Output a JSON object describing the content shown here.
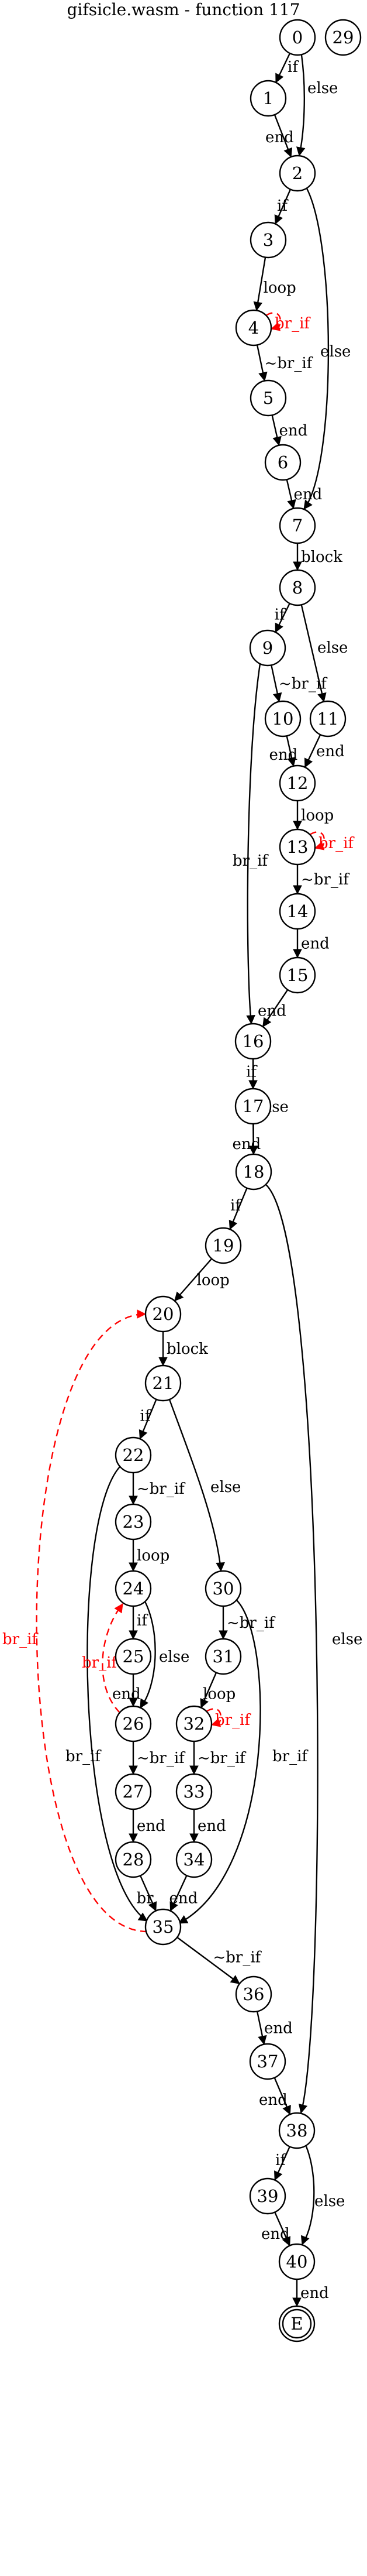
{
  "title": "gifsicle.wasm - function 117",
  "nodes": [
    "0",
    "1",
    "2",
    "3",
    "4",
    "5",
    "6",
    "7",
    "8",
    "9",
    "10",
    "11",
    "12",
    "13",
    "14",
    "15",
    "16",
    "17",
    "18",
    "19",
    "20",
    "21",
    "22",
    "23",
    "24",
    "25",
    "26",
    "27",
    "28",
    "29",
    "30",
    "31",
    "32",
    "33",
    "34",
    "35",
    "36",
    "37",
    "38",
    "39",
    "40",
    "E"
  ],
  "edges": [
    {
      "from": "0",
      "to": "1",
      "label": "if"
    },
    {
      "from": "0",
      "to": "2",
      "label": "else"
    },
    {
      "from": "1",
      "to": "2",
      "label": "end"
    },
    {
      "from": "2",
      "to": "3",
      "label": "if"
    },
    {
      "from": "2",
      "to": "7",
      "label": "else"
    },
    {
      "from": "3",
      "to": "4",
      "label": "loop"
    },
    {
      "from": "4",
      "to": "4",
      "label": "br_if"
    },
    {
      "from": "4",
      "to": "5",
      "label": "~br_if"
    },
    {
      "from": "5",
      "to": "6",
      "label": "end"
    },
    {
      "from": "6",
      "to": "7",
      "label": "end"
    },
    {
      "from": "7",
      "to": "8",
      "label": "block"
    },
    {
      "from": "8",
      "to": "9",
      "label": "if"
    },
    {
      "from": "8",
      "to": "11",
      "label": "else"
    },
    {
      "from": "9",
      "to": "10",
      "label": "~br_if"
    },
    {
      "from": "9",
      "to": "16",
      "label": "br_if"
    },
    {
      "from": "10",
      "to": "12",
      "label": "end"
    },
    {
      "from": "11",
      "to": "12",
      "label": "end"
    },
    {
      "from": "12",
      "to": "13",
      "label": "loop"
    },
    {
      "from": "13",
      "to": "13",
      "label": "br_if"
    },
    {
      "from": "13",
      "to": "14",
      "label": "~br_if"
    },
    {
      "from": "14",
      "to": "15",
      "label": "end"
    },
    {
      "from": "15",
      "to": "16",
      "label": "end"
    },
    {
      "from": "16",
      "to": "17",
      "label": "if"
    },
    {
      "from": "16",
      "to": "18",
      "label": "else"
    },
    {
      "from": "17",
      "to": "18",
      "label": "end"
    },
    {
      "from": "18",
      "to": "19",
      "label": "if"
    },
    {
      "from": "18",
      "to": "38",
      "label": "else"
    },
    {
      "from": "19",
      "to": "20",
      "label": "loop"
    },
    {
      "from": "20",
      "to": "21",
      "label": "block"
    },
    {
      "from": "21",
      "to": "22",
      "label": "if"
    },
    {
      "from": "21",
      "to": "30",
      "label": "else"
    },
    {
      "from": "22",
      "to": "23",
      "label": "~br_if"
    },
    {
      "from": "22",
      "to": "35",
      "label": "br_if"
    },
    {
      "from": "23",
      "to": "24",
      "label": "loop"
    },
    {
      "from": "24",
      "to": "25",
      "label": "if"
    },
    {
      "from": "24",
      "to": "26",
      "label": "else"
    },
    {
      "from": "25",
      "to": "26",
      "label": "end"
    },
    {
      "from": "26",
      "to": "24",
      "label": "br_if"
    },
    {
      "from": "26",
      "to": "27",
      "label": "~br_if"
    },
    {
      "from": "27",
      "to": "28",
      "label": "end"
    },
    {
      "from": "28",
      "to": "35",
      "label": "br"
    },
    {
      "from": "30",
      "to": "31",
      "label": "~br_if"
    },
    {
      "from": "30",
      "to": "35",
      "label": "br_if"
    },
    {
      "from": "31",
      "to": "32",
      "label": "loop"
    },
    {
      "from": "32",
      "to": "32",
      "label": "br_if"
    },
    {
      "from": "32",
      "to": "33",
      "label": "~br_if"
    },
    {
      "from": "33",
      "to": "34",
      "label": "end"
    },
    {
      "from": "34",
      "to": "35",
      "label": "end"
    },
    {
      "from": "35",
      "to": "20",
      "label": "br_if"
    },
    {
      "from": "35",
      "to": "36",
      "label": "~br_if"
    },
    {
      "from": "36",
      "to": "37",
      "label": "end"
    },
    {
      "from": "37",
      "to": "38",
      "label": "end"
    },
    {
      "from": "38",
      "to": "39",
      "label": "if"
    },
    {
      "from": "38",
      "to": "40",
      "label": "else"
    },
    {
      "from": "39",
      "to": "40",
      "label": "end"
    },
    {
      "from": "40",
      "to": "E",
      "label": "end"
    }
  ],
  "colors": {
    "node_stroke": "#000000",
    "edge_normal": "#000000",
    "edge_back": "#ff0000",
    "background": "#ffffff"
  }
}
